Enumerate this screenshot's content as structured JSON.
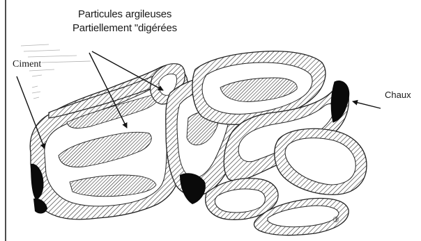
{
  "labels": {
    "particules_line1": "Particules argileuses",
    "particules_line2": "Partiellement \"digérées",
    "ciment": "Ciment",
    "chaux": "Chaux",
    "figure_number": "③"
  },
  "colors": {
    "ink": "#1a1a1a",
    "hatch": "#2b2b2b",
    "lime": "#0a0a0a",
    "paper": "#ffffff"
  }
}
